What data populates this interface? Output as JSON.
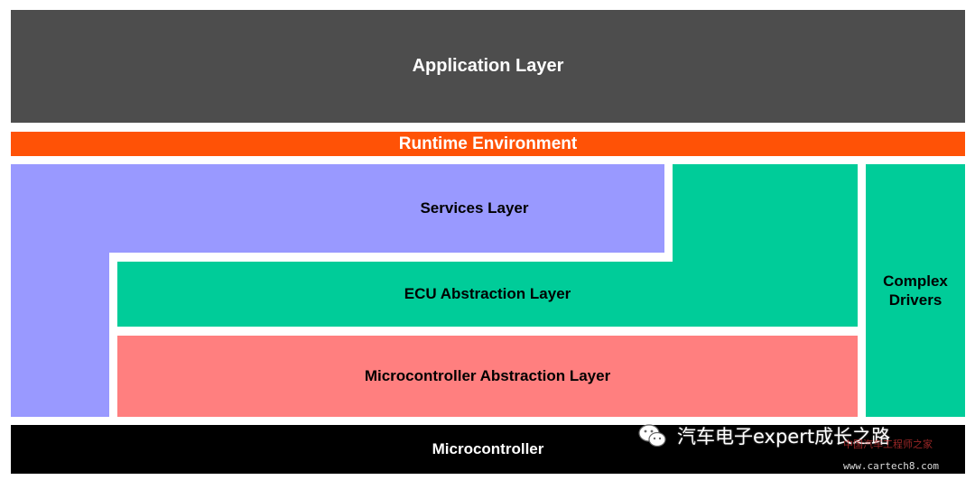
{
  "layers": {
    "application": "Application Layer",
    "rte": "Runtime Environment",
    "services": "Services Layer",
    "ecu_abstraction": "ECU Abstraction Layer",
    "mcal": "Microcontroller Abstraction Layer",
    "complex_drivers_line1": "Complex",
    "complex_drivers_line2": "Drivers",
    "microcontroller": "Microcontroller"
  },
  "colors": {
    "application": "#4d4d4d",
    "rte": "#ff5206",
    "services": "#9999ff",
    "ecu_abstraction": "#00cc99",
    "mcal": "#ff7f7f",
    "complex_drivers": "#00cc99",
    "microcontroller": "#000000"
  },
  "watermark": {
    "icon": "wechat-icon",
    "text": "汽车电子expert成长之路",
    "site_name": "中国汽车工程师之家",
    "site_url": "www.cartech8.com"
  }
}
